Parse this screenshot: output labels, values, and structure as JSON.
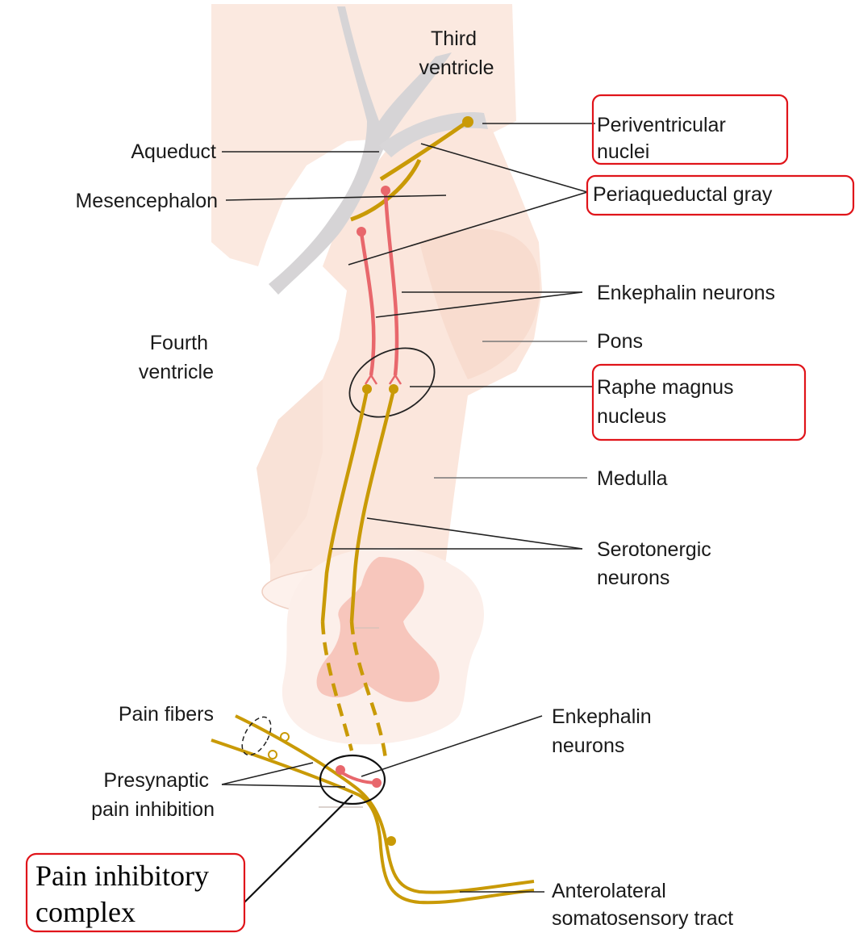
{
  "colors": {
    "tissue": "#fbe6dc",
    "tissue_dark": "#f7d6c9",
    "ventricle_gray": "#d0d0d2",
    "serotonergic_fiber": "#c99a06",
    "enkephalin_fiber": "#e8676c",
    "spinal_gray_matter": "#f5b8ac",
    "highlight_box": "#e0141a"
  },
  "labels": {
    "third_ventricle": [
      "Third",
      "ventricle"
    ],
    "aqueduct": "Aqueduct",
    "mesencephalon": "Mesencephalon",
    "fourth_ventricle": [
      "Fourth",
      "ventricle"
    ],
    "periventricular_nuclei": [
      "Periventricular",
      "nuclei"
    ],
    "periaqueductal_gray": "Periaqueductal gray",
    "enkephalin_neurons_upper": "Enkephalin neurons",
    "pons": "Pons",
    "raphe_magnus_nucleus": [
      "Raphe magnus",
      "nucleus"
    ],
    "medulla": "Medulla",
    "serotonergic_neurons": [
      "Serotonergic",
      "neurons"
    ],
    "pain_fibers": "Pain fibers",
    "presynaptic_pain_inhibition": [
      "Presynaptic",
      "pain inhibition"
    ],
    "enkephalin_neurons_lower": [
      "Enkephalin",
      "neurons"
    ],
    "pain_inhibitory_complex": [
      "Pain inhibitory",
      "complex"
    ],
    "anterolateral_tract": [
      "Anterolateral",
      "somatosensory tract"
    ]
  }
}
